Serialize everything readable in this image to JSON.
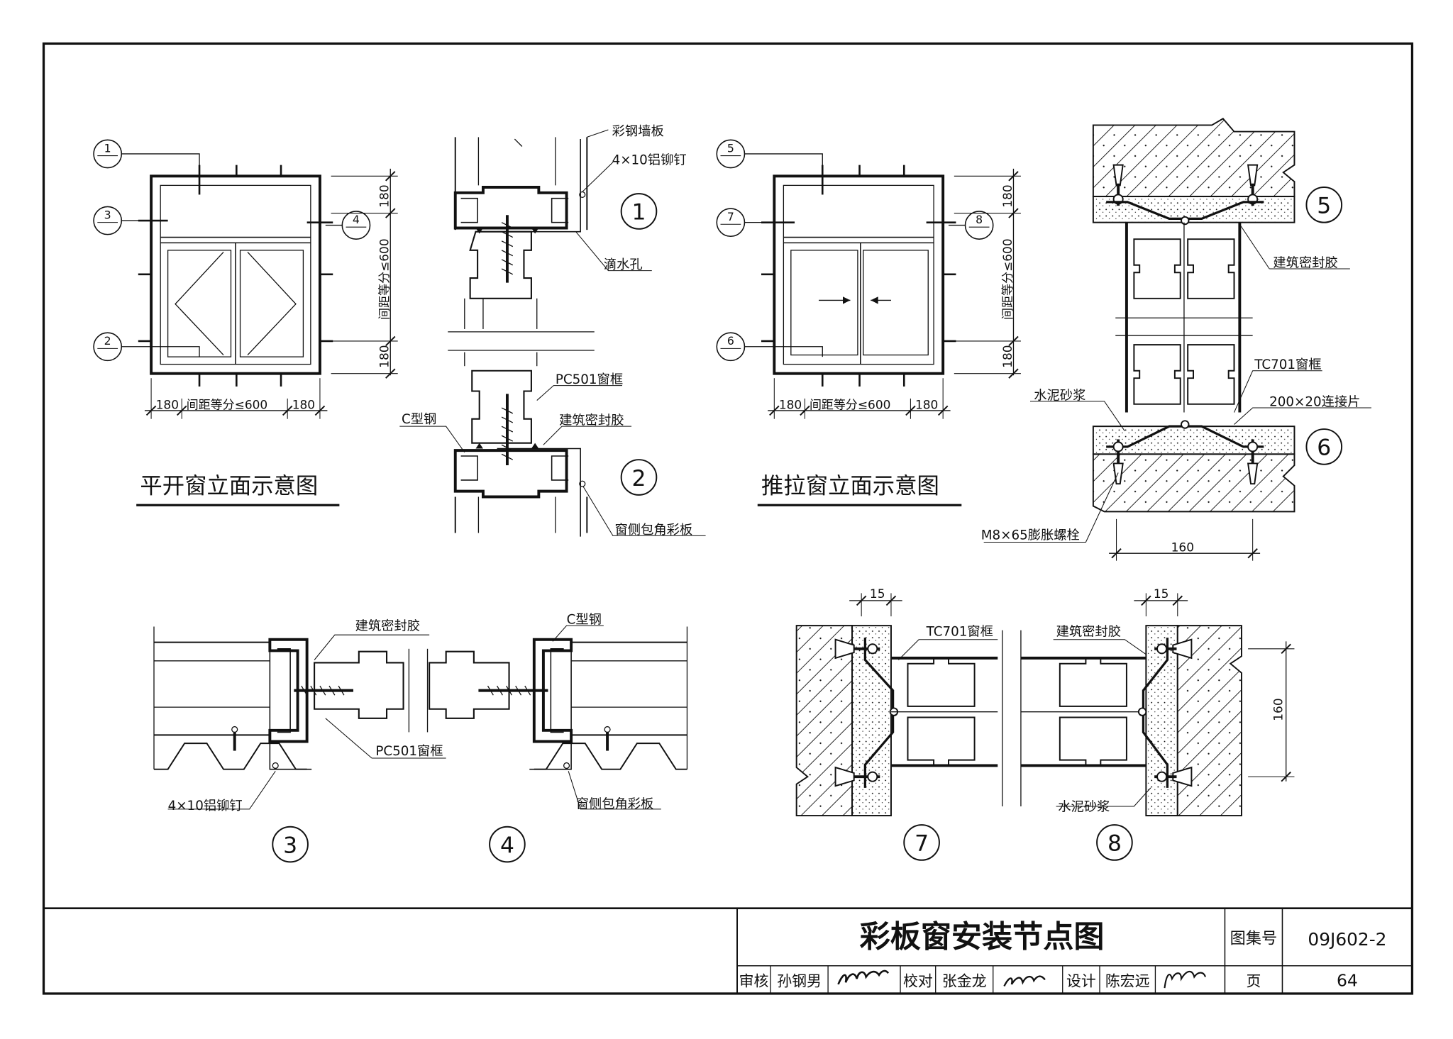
{
  "views": {
    "casement_title": "平开窗立面示意图",
    "sliding_title": "推拉窗立面示意图"
  },
  "dims": {
    "d180": "180",
    "spacing": "间距等分≤600",
    "d160": "160",
    "d15": "15"
  },
  "callouts": {
    "c1": "1",
    "c2": "2",
    "c3": "3",
    "c4": "4",
    "c5": "5",
    "c6": "6",
    "c7": "7",
    "c8": "8"
  },
  "labels": {
    "steel_wall_panel": "彩钢墙板",
    "al_rivet": "4×10铝铆钉",
    "drip_hole": "滴水孔",
    "pc501_frame": "PC501窗框",
    "c_steel": "C型钢",
    "sealant": "建筑密封胶",
    "corner_panel": "窗侧包角彩板",
    "tc701_frame": "TC701窗框",
    "mortar": "水泥砂浆",
    "connector": "200×20连接片",
    "anchor_bolt": "M8×65膨胀螺栓"
  },
  "title_block": {
    "title": "彩板窗安装节点图",
    "atlas_label": "图集号",
    "atlas_no": "09J602-2",
    "review_label": "审核",
    "review_name": "孙钢男",
    "check_label": "校对",
    "check_name": "张金龙",
    "design_label": "设计",
    "design_name": "陈宏远",
    "page_label": "页",
    "page_no": "64"
  }
}
